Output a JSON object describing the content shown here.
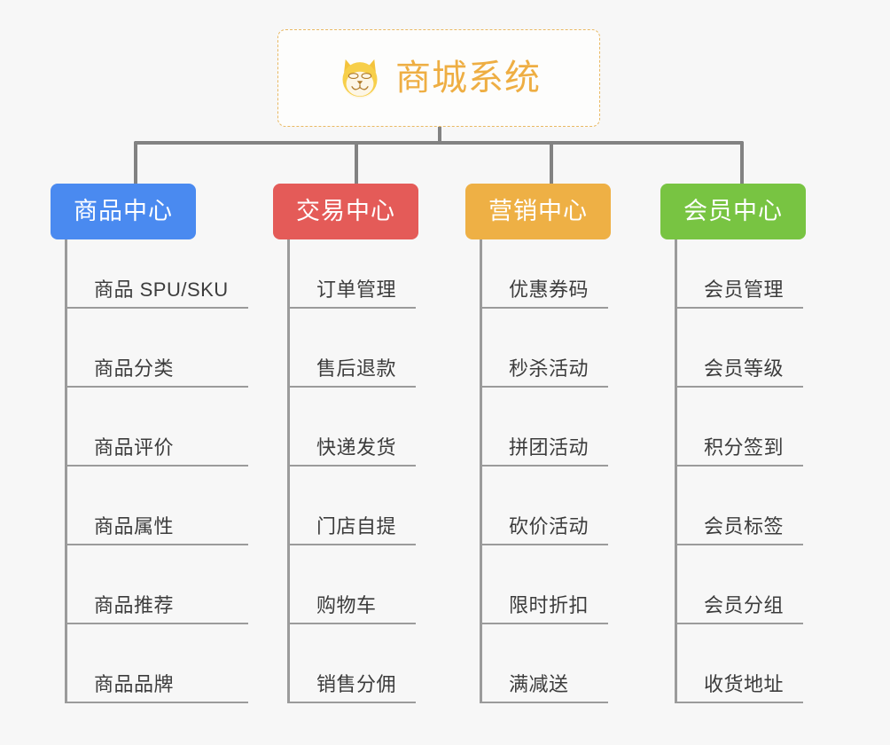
{
  "canvas": {
    "background": "#f7f7f7",
    "line_color": "#9b9b9b",
    "bus_color": "#828282"
  },
  "root": {
    "icon": "shiba-dog-face-icon",
    "title": "商城系统",
    "border_color": "#e9b964",
    "text_color": "#eeae43",
    "background": "#fdfdfc"
  },
  "columns": [
    {
      "id": "product-center",
      "label": "商品中心",
      "color": "#4a8af0",
      "leaves": [
        {
          "label": "商品 SPU/SKU"
        },
        {
          "label": "商品分类"
        },
        {
          "label": "商品评价"
        },
        {
          "label": "商品属性"
        },
        {
          "label": "商品推荐"
        },
        {
          "label": "商品品牌"
        }
      ]
    },
    {
      "id": "trade-center",
      "label": "交易中心",
      "color": "#e45b58",
      "leaves": [
        {
          "label": "订单管理"
        },
        {
          "label": "售后退款"
        },
        {
          "label": "快递发货"
        },
        {
          "label": "门店自提"
        },
        {
          "label": "购物车"
        },
        {
          "label": "销售分佣"
        }
      ]
    },
    {
      "id": "marketing-center",
      "label": "营销中心",
      "color": "#eeb045",
      "leaves": [
        {
          "label": "优惠券码"
        },
        {
          "label": "秒杀活动"
        },
        {
          "label": "拼团活动"
        },
        {
          "label": "砍价活动"
        },
        {
          "label": "限时折扣"
        },
        {
          "label": "满减送"
        }
      ]
    },
    {
      "id": "member-center",
      "label": "会员中心",
      "color": "#78c442",
      "leaves": [
        {
          "label": "会员管理"
        },
        {
          "label": "会员等级"
        },
        {
          "label": "积分签到"
        },
        {
          "label": "会员标签"
        },
        {
          "label": "会员分组"
        },
        {
          "label": "收货地址"
        }
      ]
    }
  ]
}
